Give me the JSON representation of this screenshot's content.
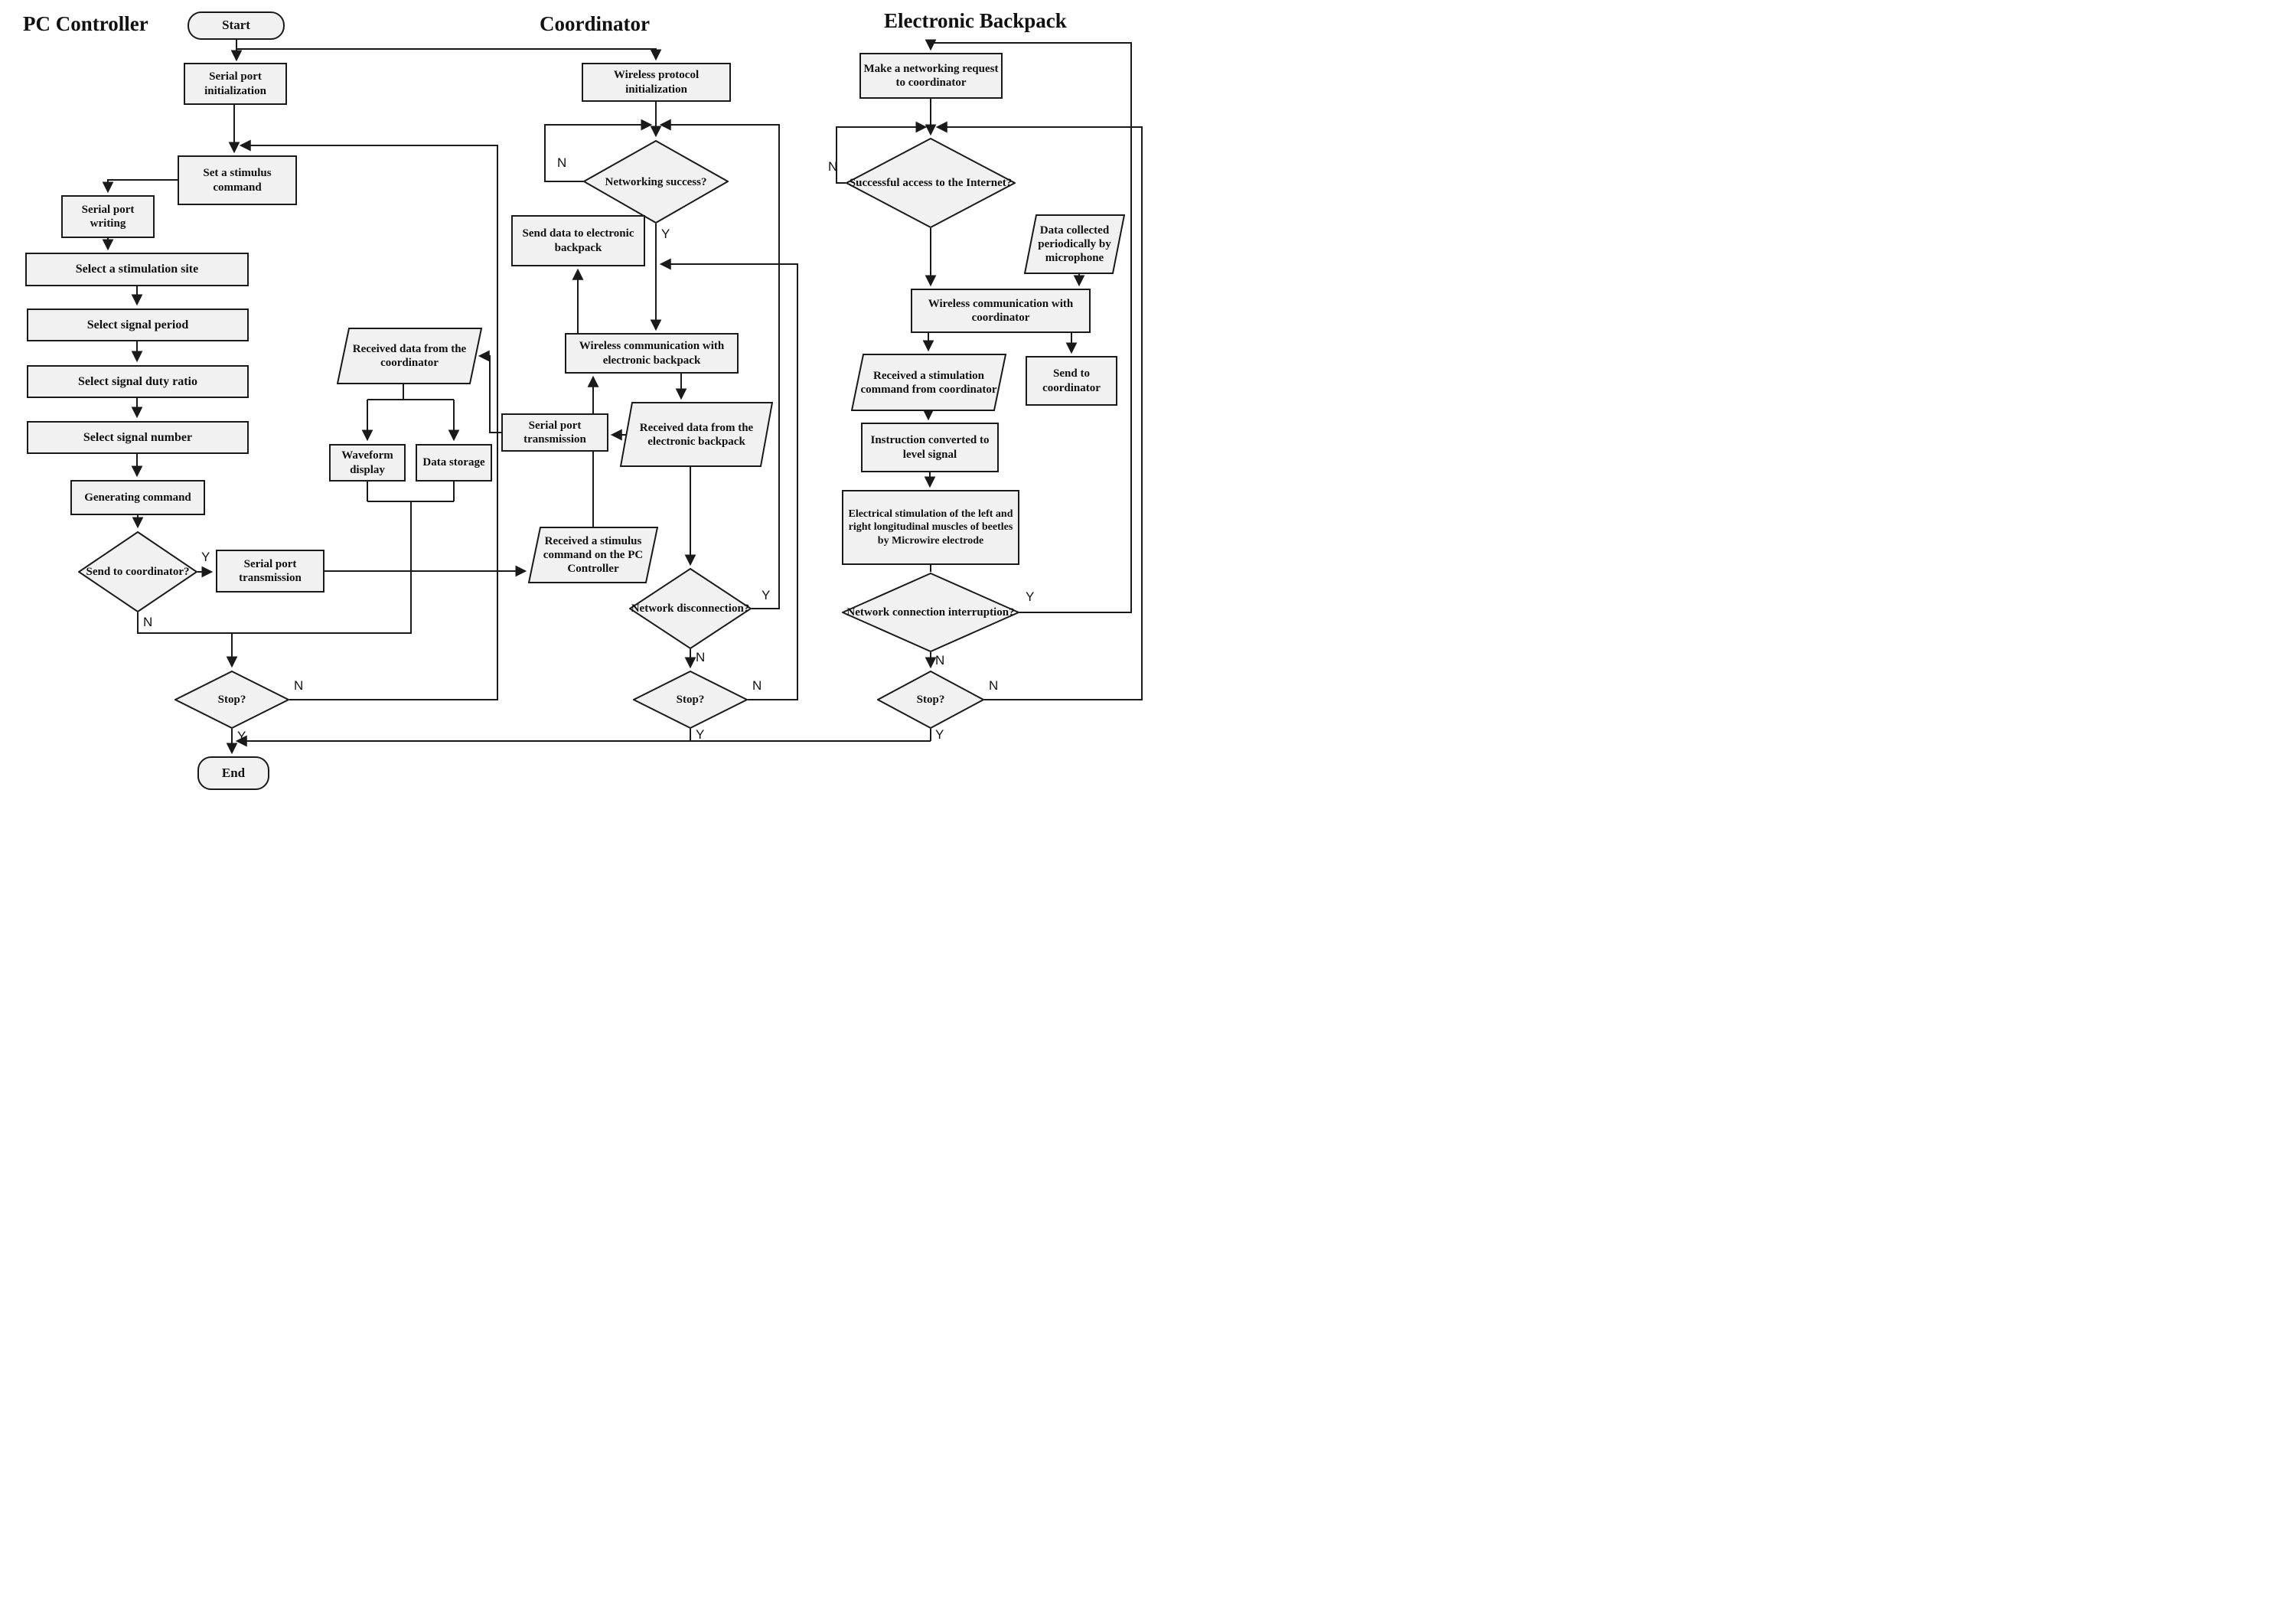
{
  "columns": {
    "pc": "PC Controller",
    "coordinator": "Coordinator",
    "backpack": "Electronic Backpack"
  },
  "labels": {
    "yes": "Y",
    "no": "N"
  },
  "nodes": {
    "start": "Start",
    "serial_init": "Serial port initialization",
    "set_stimulus": "Set a stimulus command",
    "serial_writing": "Serial port writing",
    "select_site": "Select a stimulation site",
    "select_period": "Select signal period",
    "select_duty": "Select signal duty ratio",
    "select_number": "Select signal number",
    "generating": "Generating command",
    "send_to_coordinator": "Send to coordinator?",
    "serial_trans_pc": "Serial port transmission",
    "stop_pc": "Stop?",
    "end": "End",
    "recv_coord": "Received data from the coordinator",
    "waveform": "Waveform display",
    "data_storage": "Data storage",
    "serial_trans_coord": "Serial port transmission",
    "recv_stimulus": "Received a stimulus command on the PC Controller",
    "wireless_protocol_init": "Wireless protocol initialization",
    "networking_success": "Networking success?",
    "send_data_backpack": "Send data to electronic backpack",
    "wireless_comm_backpack": "Wireless communication with electronic backpack",
    "recv_backpack": "Received data from the electronic backpack",
    "network_disconnection": "Network disconnection?",
    "stop_coord": "Stop?",
    "make_request": "Make a networking request to coordinator",
    "internet_access": "Successful access to the Internet?",
    "data_collected": "Data collected periodically by microphone",
    "wireless_comm_coord": "Wireless communication with coordinator",
    "recv_stim_command": "Received a stimulation command from coordinator",
    "send_to_coord_box": "Send to coordinator",
    "instr_converted": "Instruction converted to level signal",
    "elec_stim": "Electrical stimulation of the left and right longitudinal muscles of beetles by Microwire electrode",
    "network_interruption": "Network connection interruption?",
    "stop_backpack": "Stop?"
  }
}
